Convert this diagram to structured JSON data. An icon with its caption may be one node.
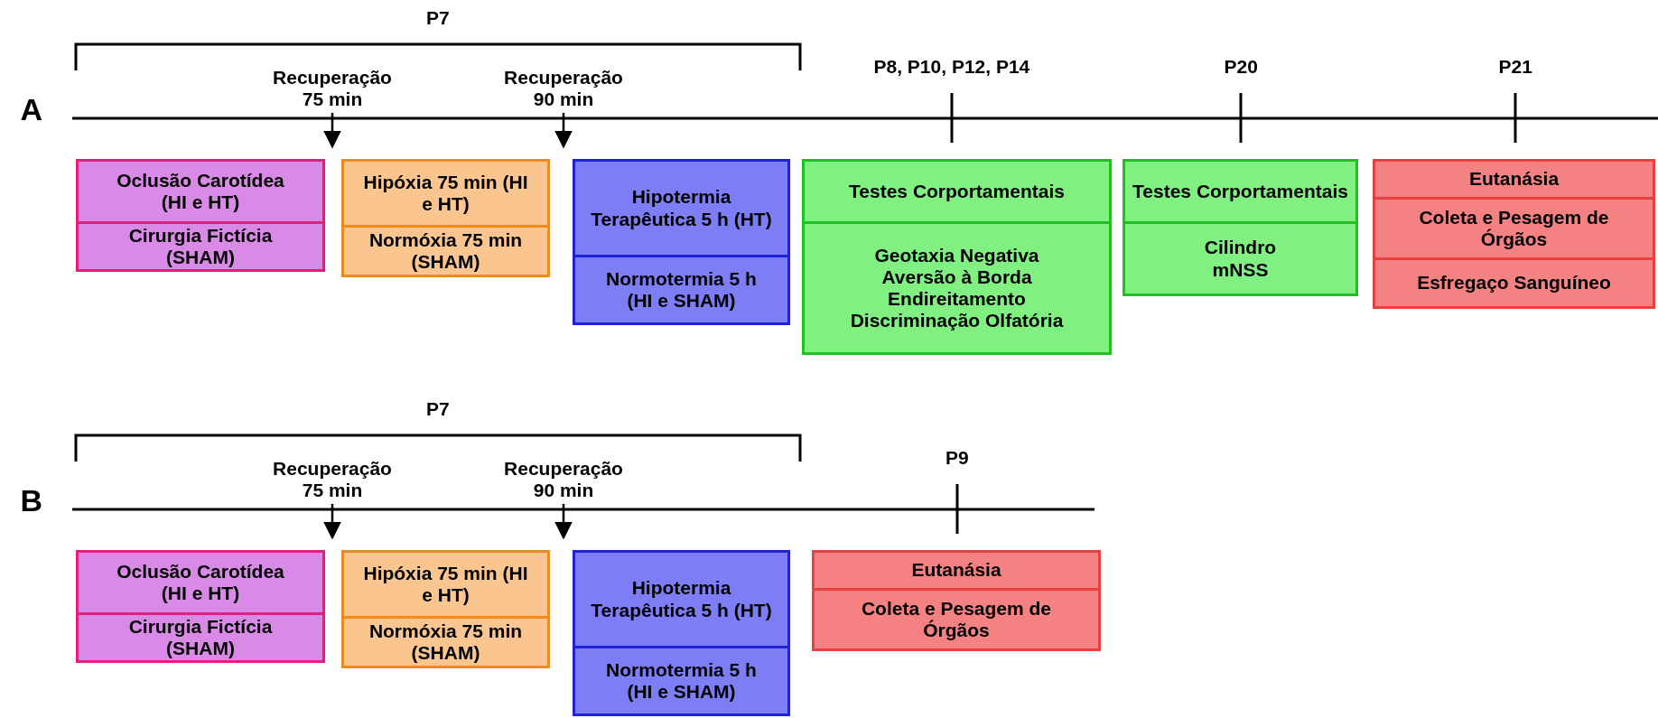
{
  "diagram": {
    "nodes": [
      {
        "text": [
          "Recuperação 75 min"
        ]
      },
      {
        "text": [
          "Recuperação 90 min"
        ]
      },
      {
        "text": [
          "Oclusão Carotídea (HI e HT)"
        ]
      },
      {
        "text": [
          "Cirurgia Fictícia (SHAM)"
        ]
      },
      {
        "text": [
          "Hipóxia 75 min (HI e HT)"
        ]
      },
      {
        "text": [
          "Normóxia 75 min (SHAM)"
        ]
      },
      {
        "text": [
          "Hipotermia Terapêutica 5 h (HT)"
        ]
      },
      {
        "text": [
          "Normotermia 5 h (HI e SHAM)"
        ]
      },
      {
        "text": [
          "Testes Corportamentais"
        ]
      },
      {
        "text": [
          "Geotaxia Negativa",
          "Aversão à Borda",
          "Endireitamento",
          "Discriminação Olfatória"
        ]
      },
      {
        "text": [
          "Testes Corportamentais"
        ]
      },
      {
        "text": [
          "Cilindro",
          "mNSS"
        ]
      },
      {
        "text": [
          "Eutanásia"
        ]
      },
      {
        "text": [
          "Coleta e Pesagem de Órgãos"
        ]
      },
      {
        "text": [
          "Esfregaço Sanguíneo"
        ]
      },
      {
        "text": [
          "Recuperação 75 min"
        ]
      },
      {
        "text": [
          "Recuperação 90 min"
        ]
      },
      {
        "text": [
          "Oclusão Carotídea (HI e HT)"
        ]
      },
      {
        "text": [
          "Cirurgia Fictícia (SHAM)"
        ]
      },
      {
        "text": [
          "Hipóxia 75 min (HI e HT)"
        ]
      },
      {
        "text": [
          "Normóxia 75 min (SHAM)"
        ]
      },
      {
        "text": [
          "Hipotermia Terapêutica 5 h (HT)"
        ]
      },
      {
        "text": [
          "Normotermia 5 h (HI e SHAM)"
        ]
      },
      {
        "text": [
          "Eutanásia"
        ]
      },
      {
        "text": [
          "Coleta e Pesagem de Órgãos"
        ]
      }
    ],
    "edges": [
      {
        "from": 0,
        "to": null,
        "arrow": "to"
      },
      {
        "from": 1,
        "to": null,
        "arrow": "to"
      },
      {
        "from": 15,
        "to": null,
        "arrow": "to"
      },
      {
        "from": 16,
        "to": null,
        "arrow": "to"
      }
    ],
    "labels": [
      "P7",
      "P8, P10, P12, P14",
      "P20",
      "P21",
      "A",
      "P7",
      "P9",
      "B"
    ]
  }
}
